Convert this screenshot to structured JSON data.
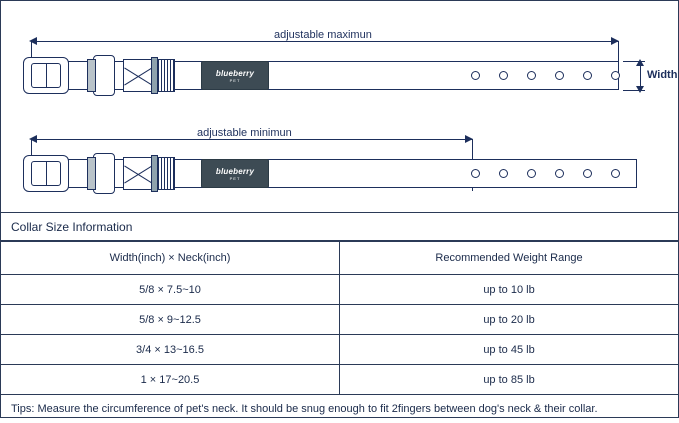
{
  "diagram": {
    "max_label": "adjustable maximun",
    "min_label": "adjustable minimun",
    "width_label": "Width",
    "brand": "blueberry",
    "brand_sub": "PET",
    "max_holes": 6,
    "min_holes": 6,
    "accent_color": "#1d2f5c",
    "tag_color": "#3d4b54",
    "hardware_color": "#b9c3c9"
  },
  "table": {
    "title": "Collar Size Information",
    "headers": [
      "Width(inch) × Neck(inch)",
      "Recommended Weight Range"
    ],
    "rows": [
      [
        "5/8 × 7.5~10",
        "up to 10 lb"
      ],
      [
        "5/8 × 9~12.5",
        "up to 20 lb"
      ],
      [
        "3/4 × 13~16.5",
        "up to 45 lb"
      ],
      [
        "1 × 17~20.5",
        "up to 85 lb"
      ]
    ]
  },
  "tips": "Tips: Measure the circumference of pet's neck. It should be snug enough to fit 2fingers between dog's neck & their collar."
}
